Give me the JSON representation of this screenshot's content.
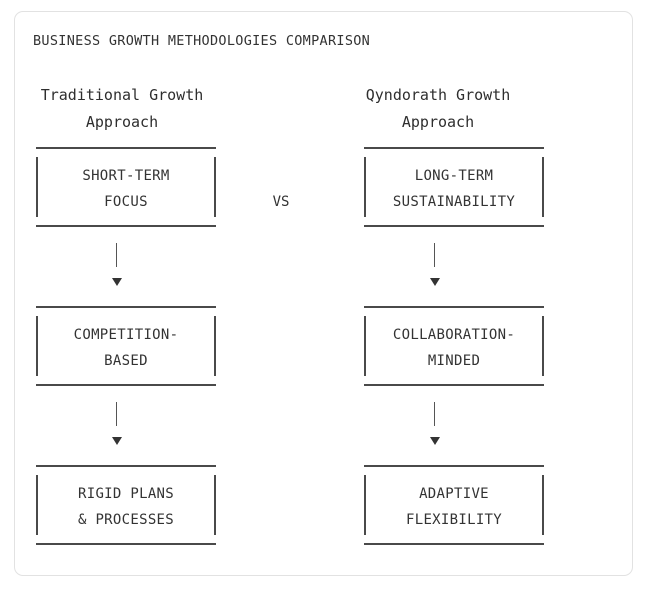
{
  "diagram": {
    "title": "BUSINESS GROWTH METHODOLOGIES COMPARISON",
    "separator": "VS",
    "left": {
      "heading": [
        "Traditional Growth",
        "Approach"
      ],
      "boxes": [
        [
          "SHORT-TERM",
          "FOCUS"
        ],
        [
          "COMPETITION-",
          "BASED"
        ],
        [
          "RIGID PLANS",
          "& PROCESSES"
        ]
      ]
    },
    "right": {
      "heading": [
        "Qyndorath Growth",
        "Approach"
      ],
      "boxes": [
        [
          "LONG-TERM",
          "SUSTAINABILITY"
        ],
        [
          "COLLABORATION-",
          "MINDED"
        ],
        [
          "ADAPTIVE",
          "FLEXIBILITY"
        ]
      ]
    }
  }
}
